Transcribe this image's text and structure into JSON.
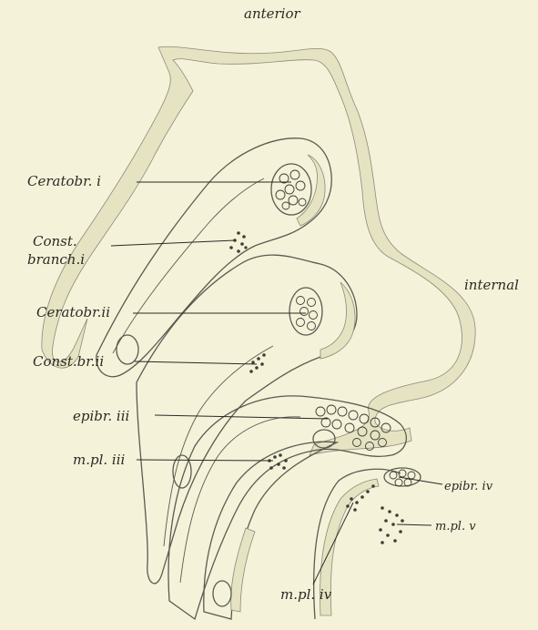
{
  "orientation": {
    "top": "anterior",
    "right": "internal"
  },
  "labels": {
    "ceratobr_i": "Ceratobr. i",
    "const_branch_i_line1": "Const.",
    "const_branch_i_line2": "branch.i",
    "ceratobr_ii": "Ceratobr.ii",
    "const_br_ii": "Const.br.ii",
    "epibr_iii": "epibr. iii",
    "m_pl_iii": "m.pl. iii",
    "epibr_iv": "epibr. iv",
    "m_pl_v": "m.pl. v",
    "m_pl_iv": "m.pl. iv"
  },
  "colors": {
    "background": "#f4f2d8",
    "ink": "#2a2a26",
    "stipple": "#e6e3c2"
  }
}
